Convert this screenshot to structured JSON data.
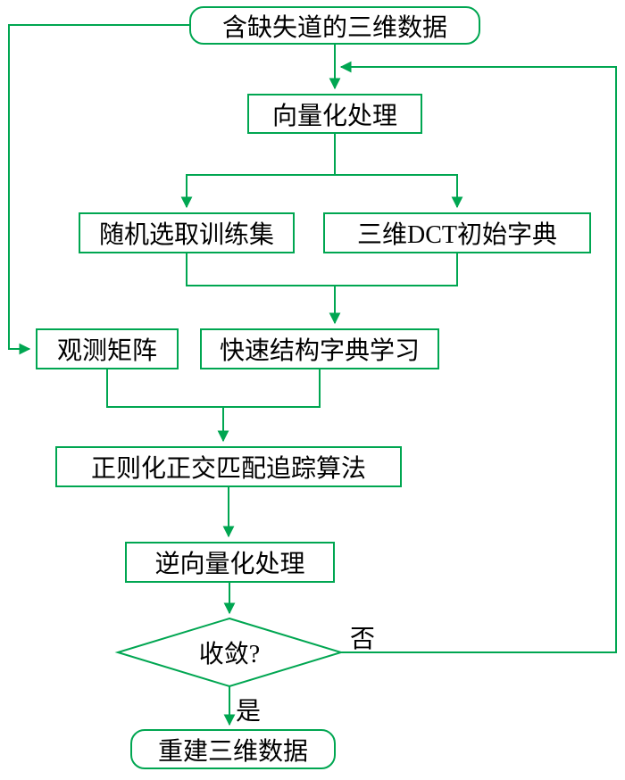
{
  "diagram": {
    "accent_color": "#00a651",
    "text_color": "#000000",
    "nodes": {
      "input": {
        "label": "含缺失道的三维数据",
        "shape": "rounded"
      },
      "vectorize": {
        "label": "向量化处理",
        "shape": "rect"
      },
      "train_set": {
        "label": "随机选取训练集",
        "shape": "rect"
      },
      "dct_dict": {
        "label": "三维DCT初始字典",
        "shape": "rect"
      },
      "obs_matrix": {
        "label": "观测矩阵",
        "shape": "rect"
      },
      "dict_learn": {
        "label": "快速结构字典学习",
        "shape": "rect"
      },
      "romp": {
        "label": "正则化正交匹配追踪算法",
        "shape": "rect"
      },
      "inverse_vectorize": {
        "label": "逆向量化处理",
        "shape": "rect"
      },
      "converge": {
        "label": "收敛?",
        "shape": "diamond"
      },
      "output": {
        "label": "重建三维数据",
        "shape": "rounded"
      }
    },
    "edge_labels": {
      "no": "否",
      "yes": "是"
    }
  }
}
